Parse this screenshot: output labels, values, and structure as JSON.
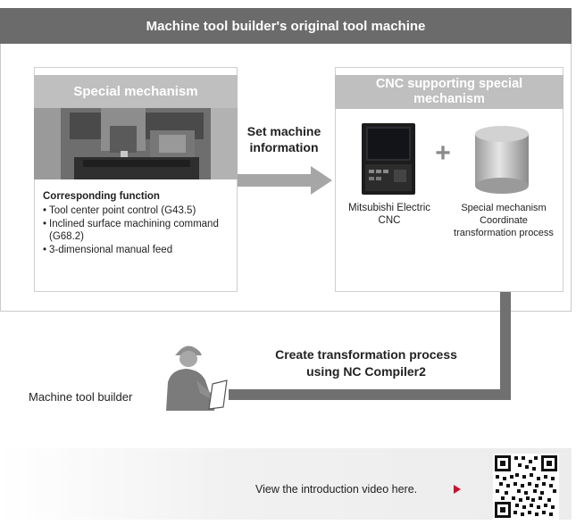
{
  "header": {
    "title": "Machine tool builder's original tool machine"
  },
  "left_panel": {
    "title": "Special mechanism",
    "function_heading": "Corresponding function",
    "functions": [
      "Tool center point control (G43.5)",
      "Inclined surface machining command (G68.2)",
      "3-dimensional manual feed"
    ]
  },
  "arrow_label": {
    "line1": "Set machine",
    "line2": "information"
  },
  "right_panel": {
    "title_line1": "CNC supporting special",
    "title_line2": "mechanism",
    "cnc_caption_line1": "Mitsubishi Electric",
    "cnc_caption_line2": "CNC",
    "special_caption_line1": "Special mechanism",
    "special_caption_line2": "Coordinate",
    "special_caption_line3": "transformation process"
  },
  "bottom": {
    "create_line1": "Create transformation process",
    "create_line2": "using NC Compiler2",
    "builder_label": "Machine tool builder"
  },
  "video": {
    "text": "View the introduction video here."
  },
  "colors": {
    "header_bg": "#6b6b6b",
    "title_bg": "#bfbfbf",
    "arrow": "#a6a6a6",
    "accent_arrow": "#c8102e"
  },
  "icons": [
    "machine-photo-icon",
    "cnc-monitor-icon",
    "plus-icon",
    "database-cylinder-icon",
    "worker-icon",
    "qr-code-icon"
  ]
}
